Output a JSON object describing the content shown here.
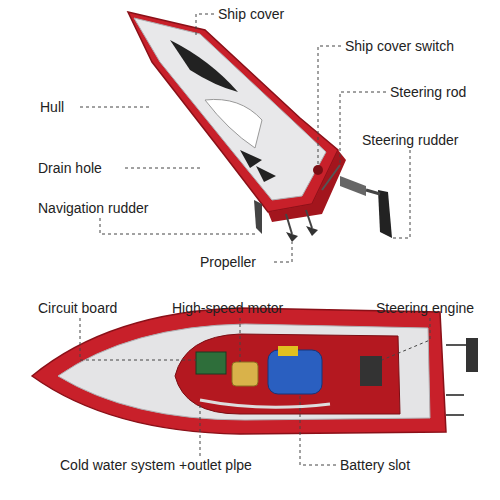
{
  "diagram": {
    "labels": [
      "Ship cover",
      "Ship cover switch",
      "Steering rod",
      "Hull",
      "Steering rudder",
      "Drain hole",
      "Navigation rudder",
      "Propeller",
      "Circuit board",
      "High-speed motor",
      "Steering engine",
      "Cold water system +outlet plpe",
      "Battery slot"
    ]
  }
}
